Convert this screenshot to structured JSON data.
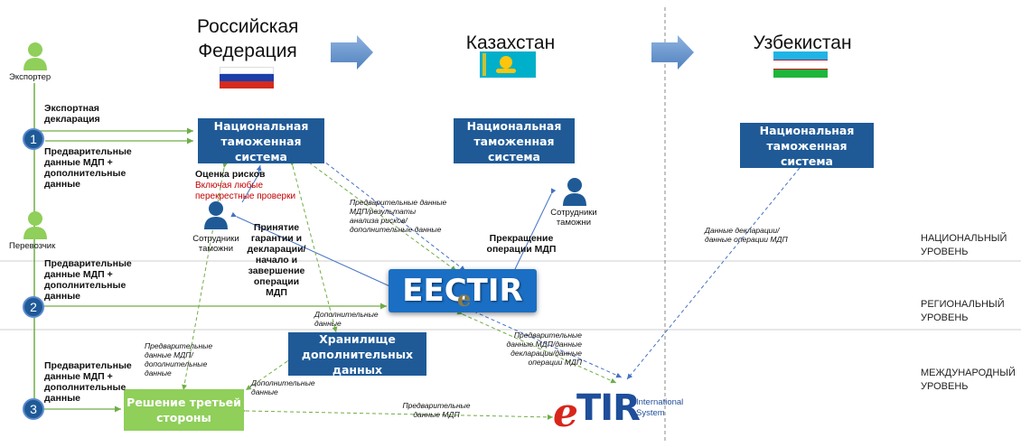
{
  "countries": {
    "russia": [
      "Российская",
      "Федерация"
    ],
    "kazakhstan": "Казахстан",
    "uzbekistan": "Узбекистан"
  },
  "actors": {
    "exporter": "Экспортер",
    "carrier": "Перевозчик",
    "customs_officers_ru": [
      "Сотрудники",
      "таможни"
    ],
    "customs_officers_kz": [
      "Сотрудники",
      "таможни"
    ]
  },
  "boxes": {
    "ncs_ru": [
      "Национальная",
      "таможенная система"
    ],
    "ncs_kz": [
      "Национальная",
      "таможенная система"
    ],
    "ncs_uz": [
      "Национальная",
      "таможенная система"
    ],
    "storage": [
      "Хранилище",
      "дополнительных данных"
    ],
    "third_party": [
      "Решение третьей",
      "стороны"
    ]
  },
  "logos": {
    "eectir": "EECTIR",
    "etir": "TIR",
    "etir_e": "e",
    "etir_sub": [
      "International",
      "System"
    ]
  },
  "steps": [
    "1",
    "2",
    "3"
  ],
  "labels": {
    "export_declaration": [
      "Экспортная",
      "декларация"
    ],
    "prelim_1": [
      "Предварительные",
      "данные МДП +",
      "дополнительные",
      "данные"
    ],
    "prelim_2": [
      "Предварительные",
      "данные МДП +",
      "дополнительные",
      "данные"
    ],
    "prelim_3": [
      "Предварительные",
      "данные МДП +",
      "дополнительные",
      "данные"
    ],
    "risk_assessment": "Оценка рисков",
    "cross_checks": [
      "Включая любые",
      "перекрестные проверки"
    ],
    "guarantee_accept": [
      "Принятие",
      "гарантии и",
      "декларации/",
      "начало и",
      "завершение",
      "операции",
      "МДП"
    ],
    "termination": [
      "Прекращение",
      "операции МДП"
    ]
  },
  "italics": {
    "prelim_results": [
      "Предварительные данные",
      "МДП/результаты",
      "анализа рисков/",
      "дополнительные данные"
    ],
    "additional_data_1": [
      "Дополнительные",
      "данные"
    ],
    "prelim_additional": [
      "Предварительные",
      "данные МДП/",
      "дополнительные",
      "данные"
    ],
    "additional_data_2": [
      "Дополнительные",
      "данные"
    ],
    "prelim_mdp": [
      "Предварительные",
      "данные МДП"
    ],
    "prelim_decl": [
      "Предварительные",
      "данные МДП/данные",
      "декларации/данные",
      "операции МДП"
    ],
    "decl_data_uz": [
      "Данные декларации/",
      "данные операции МДП"
    ]
  },
  "levels": {
    "national": [
      "НАЦИОНАЛЬНЫЙ",
      "УРОВЕНЬ"
    ],
    "regional": [
      "РЕГИОНАЛЬНЫЙ",
      "УРОВЕНЬ"
    ],
    "international": [
      "МЕЖДУНАРОДНЫЙ",
      "УРОВЕНЬ"
    ]
  },
  "colors": {
    "box_blue": "#1f5a97",
    "green": "#8fcf5a",
    "line_green": "#70ad47",
    "line_blue": "#4472c4",
    "red_text": "#c00000"
  }
}
